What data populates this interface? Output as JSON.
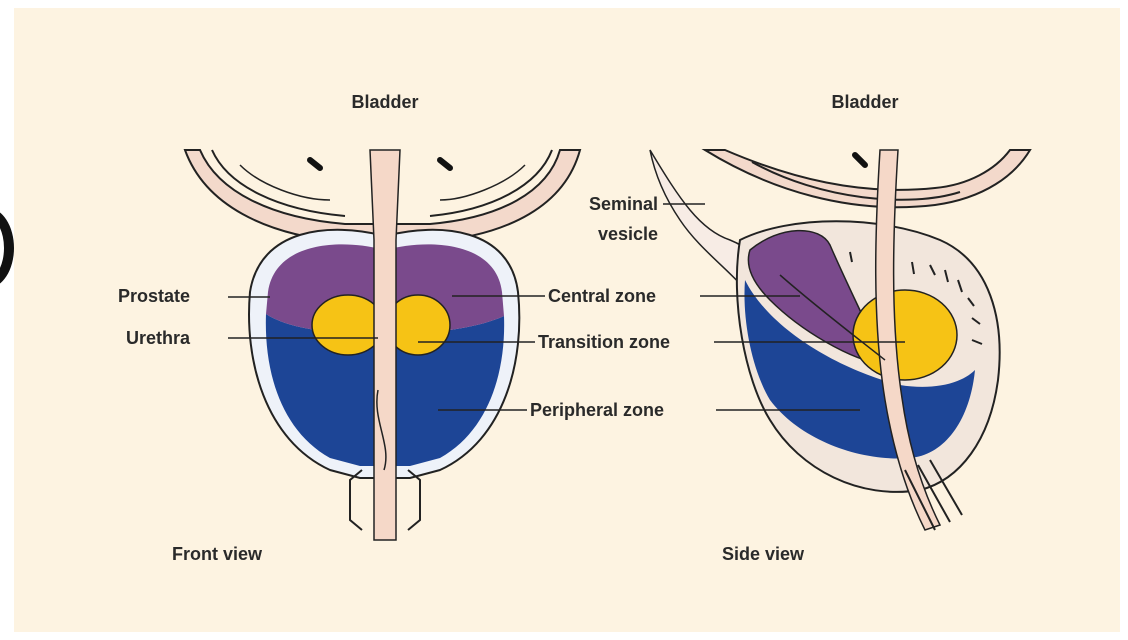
{
  "labels": {
    "front_bladder": "Bladder",
    "side_bladder": "Bladder",
    "seminal_vesicle_line1": "Seminal",
    "seminal_vesicle_line2": "vesicle",
    "prostate": "Prostate",
    "urethra": "Urethra",
    "central_zone": "Central zone",
    "transition_zone": "Transition zone",
    "peripheral_zone": "Peripheral zone",
    "front_view": "Front view",
    "side_view": "Side view"
  },
  "colors": {
    "background": "#fdf3e1",
    "central_zone": "#7a4a8c",
    "transition_zone": "#f6c315",
    "peripheral_zone": "#1d4596",
    "tissue": "#f3d9cb"
  }
}
